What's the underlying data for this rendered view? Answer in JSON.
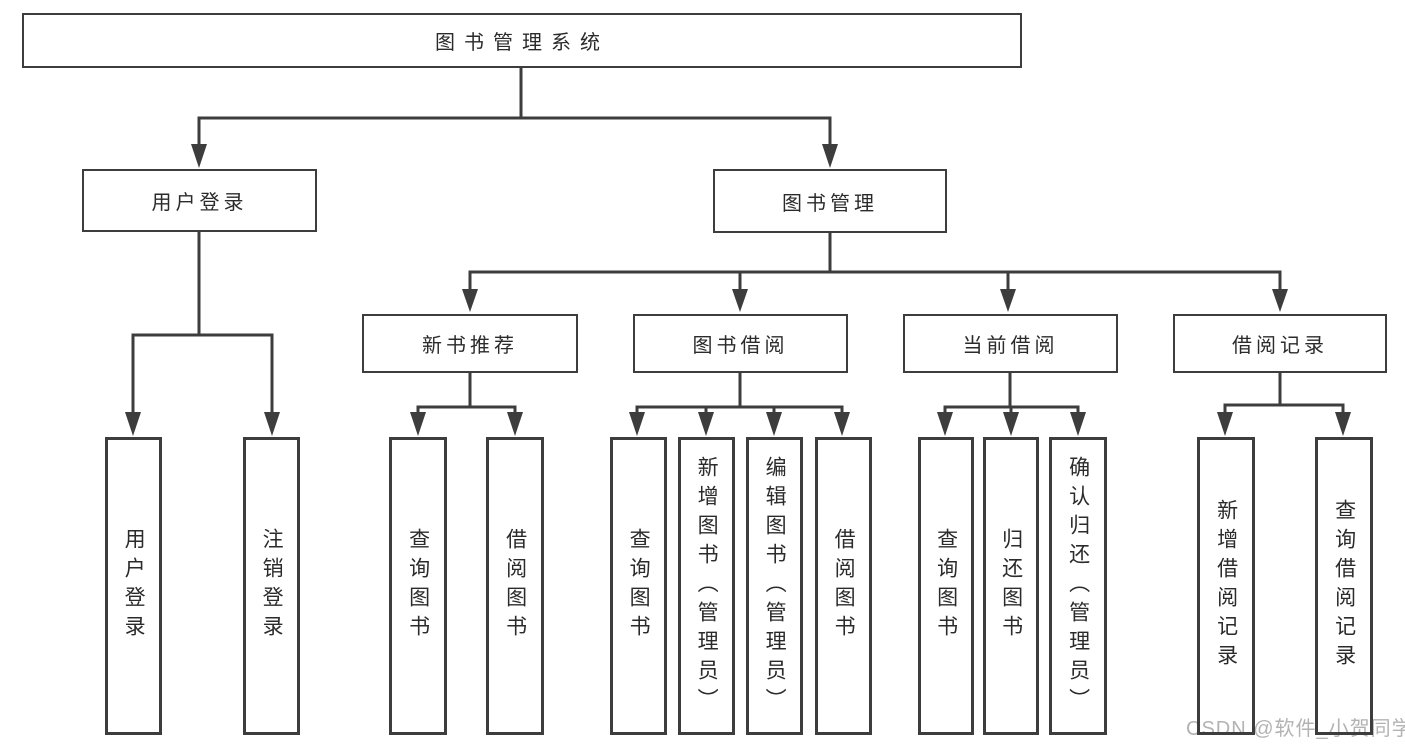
{
  "watermark": {
    "text": "CSDN @软件_小贺同学"
  },
  "colors": {
    "background": "#ffffff",
    "line": "#3d3d3d",
    "box_border": "#3d3d3d",
    "text": "#2b2b2b",
    "watermark": "#b3b3b3"
  },
  "tree": {
    "root": {
      "label": "图书管理系统"
    },
    "children": [
      {
        "label": "用户登录",
        "children": [
          {
            "label": "用户登录"
          },
          {
            "label": "注销登录"
          }
        ]
      },
      {
        "label": "图书管理",
        "children": [
          {
            "label": "新书推荐",
            "children": [
              {
                "label": "查询图书"
              },
              {
                "label": "借阅图书"
              }
            ]
          },
          {
            "label": "图书借阅",
            "children": [
              {
                "label": "查询图书"
              },
              {
                "label": "新增图书（管理员）"
              },
              {
                "label": "编辑图书（管理员）"
              },
              {
                "label": "借阅图书"
              }
            ]
          },
          {
            "label": "当前借阅",
            "children": [
              {
                "label": "查询图书"
              },
              {
                "label": "归还图书"
              },
              {
                "label": "确认归还（管理员）"
              }
            ]
          },
          {
            "label": "借阅记录",
            "children": [
              {
                "label": "新增借阅记录"
              },
              {
                "label": "查询借阅记录"
              }
            ]
          }
        ]
      }
    ]
  }
}
